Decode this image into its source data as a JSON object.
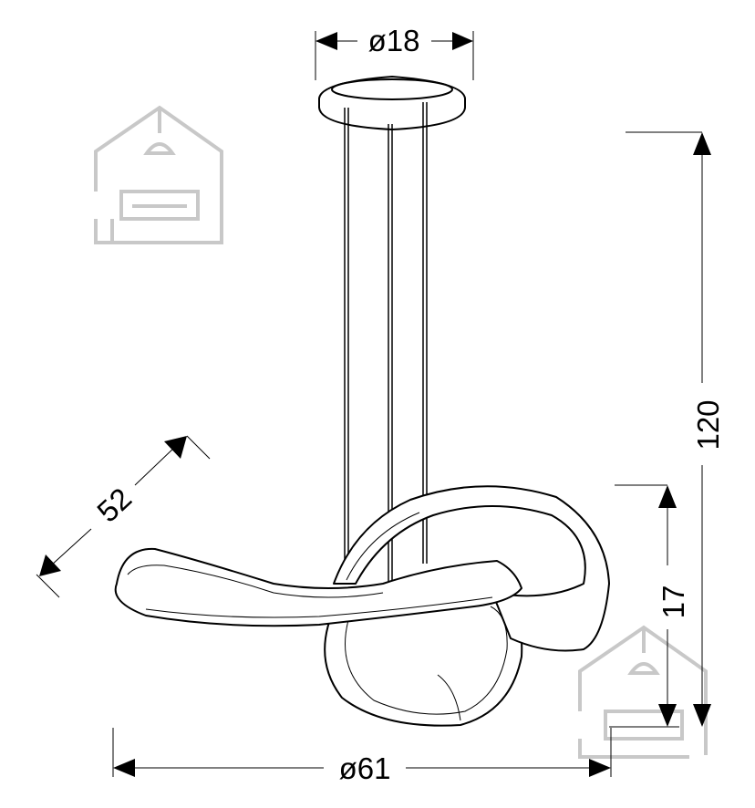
{
  "dimensions": {
    "canopy_diameter": "ø18",
    "total_height": "120",
    "ring_height": "17",
    "ring_depth": "52",
    "ring_diameter": "ø61"
  },
  "colors": {
    "line": "#000000",
    "icon": "#c8c8c8",
    "background": "#ffffff"
  },
  "icons": {
    "top_left": "house-lamp-sofa-icon",
    "bottom_right": "house-lamp-sofa-icon"
  }
}
